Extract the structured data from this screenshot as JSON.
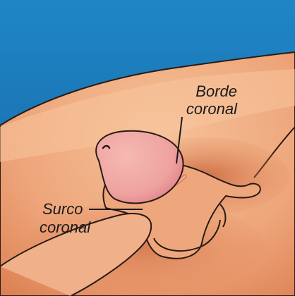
{
  "labels": {
    "borde_coronal": [
      "Borde",
      "coronal"
    ],
    "surco_coronal": [
      "Surco",
      "coronal"
    ]
  },
  "colors": {
    "background_top": "#1f86c6",
    "background_bottom": "#1661a0",
    "skin_light": "#f3b78a",
    "skin_mid": "#e49163",
    "skin_dark": "#c9663b",
    "glans": "#f0a6a0",
    "glans_edge": "#e07d82",
    "outline": "#2a1a14"
  }
}
